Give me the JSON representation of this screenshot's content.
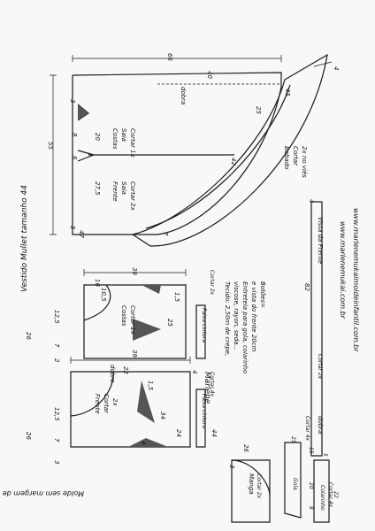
{
  "title": "Vestido Mullet tamanho 44",
  "margin_note": "Molde sem margem de costura",
  "fabric_note": {
    "line1": "Tecido: 2,50m de crepe,",
    "line2": "viscose, rayon, seda...",
    "line3": "Entretela para gola, colarinho",
    "line4": "e vista do frente 20cm",
    "line5": "Botões="
  },
  "websites": {
    "site1": "www.marlenemukai.com.br",
    "site2": "www.marlenemukaimoldeinfantil.com.br"
  },
  "fold_label": "dobra",
  "signature": "Marlene",
  "pieces": {
    "skirt_back": {
      "name": "Costas",
      "line1": "Saia",
      "line2": "Cortar 1x"
    },
    "skirt_front": {
      "name": "Frente",
      "line1": "Saia",
      "line2": "Cortar 2x"
    },
    "ruffle": {
      "name": "Babado",
      "line1": "Cortar",
      "line2": "2x no viés"
    },
    "bodice_back": {
      "name": "Costas",
      "line1": "Cortar 1x"
    },
    "bodice_front": {
      "name": "Frente",
      "line1": "Cortar",
      "line2": "2x"
    },
    "waistband_back": {
      "name": "Faixa cintura",
      "cut": "Cortar 2x"
    },
    "waistband_front": {
      "name": "Faixa cintura",
      "cut": "Cortar 4x"
    },
    "facing": {
      "name": "Vista da Frente",
      "cut": "Cortar 2x"
    },
    "sleeve": {
      "name": "Manga",
      "cut": "Cortar 2x"
    },
    "collar": {
      "name": "Gola",
      "cut": "Cortar 4x"
    },
    "collar_stand": {
      "name": "Colarinho",
      "cut": "Cortar 4x"
    }
  },
  "measurements": {
    "skirt_top": "66",
    "skirt_40": "40",
    "skirt_left": "55",
    "skirt_47": "47",
    "skirt_27_5": "27,5",
    "skirt_20": "20",
    "skirt_6": "6",
    "skirt_8": "8",
    "skirt_3": "3",
    "skirt_5": "5",
    "skirt_45": "45",
    "ruffle_25": "25",
    "ruffle_42": "42",
    "ruffle_7": "7",
    "ruffle_4": "4",
    "bb_26": "26",
    "bb_39": "39",
    "bb_16": "16",
    "bb_12_5": "12,5",
    "bb_7": "7",
    "bb_2": "2",
    "bb_10_5": "10,5",
    "bb_1_5": "1,5",
    "bb_25": "25",
    "bf_26": "26",
    "bf_39": "39",
    "bf_22": "22",
    "bf_12_5": "12,5",
    "bf_7": "7",
    "bf_3": "3",
    "bf_4": "4",
    "bf_1_5": "1,5",
    "bf_24": "24",
    "bf_34": "34",
    "wb_4": "4",
    "wb_44": "44",
    "sl_26": "26",
    "sl_3": "3",
    "facing_82": "82",
    "facing_4": "4",
    "col_25": "25",
    "col_15": "15",
    "col_20": "20",
    "col_8": "8",
    "col_22": "22",
    "col_5": "5"
  }
}
